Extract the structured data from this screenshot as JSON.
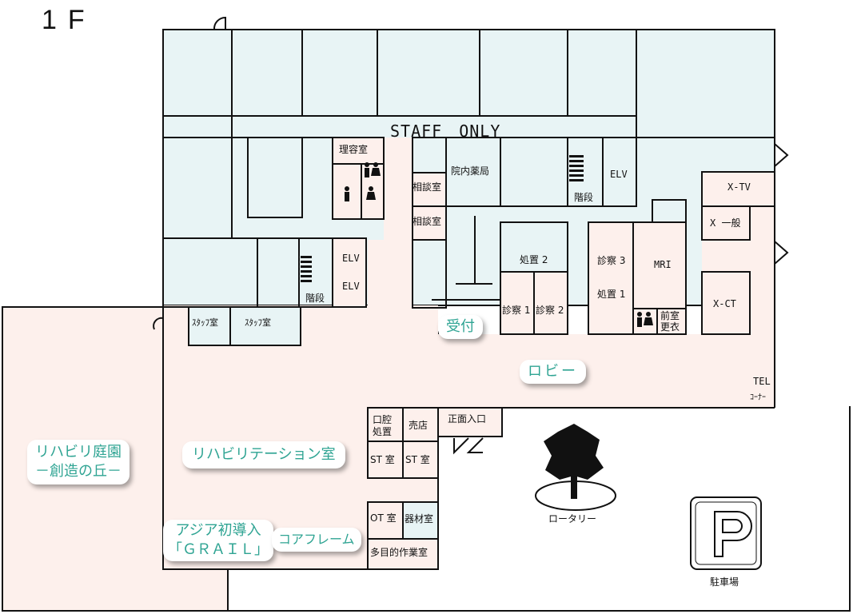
{
  "floor": {
    "label": "1F"
  },
  "banner": {
    "staff_only": "STAFF　ONLY"
  },
  "rooms": {
    "rihabiri_garden": "リハビリ庭園",
    "rihabiri_garden_sub": "－創造の丘－",
    "rehab_room": "リハビリテーション室",
    "grail_1": "アジア初導入",
    "grail_2": "「ＧＲＡＩＬ」",
    "core_frame": "コアフレーム",
    "uketsuke": "受付",
    "lobby": "ロビー",
    "riyoushitsu": "理容室",
    "soudan1": "相談室",
    "soudan2": "相談室",
    "yakkyoku": "院内薬局",
    "stairs1": "階段",
    "stairs2": "階段",
    "elv1": "ELV",
    "elv2": "ELV",
    "elv3": "ELV",
    "xtv": "X-TV",
    "xippan": "X 一般",
    "xct": "X-CT",
    "mri": "MRI",
    "shinsatsu3": "診察 3",
    "shochi1": "処置 1",
    "shochi2": "処置 2",
    "shinsatsu1": "診察 1",
    "shinsatsu2": "診察 2",
    "zenshitsu": "前室",
    "koui": "更衣",
    "staff_room1": "ｽﾀｯﾌ室",
    "staff_room2": "ｽﾀｯﾌ室",
    "tel": "TEL",
    "corner": "ｺｰﾅｰ",
    "koukuu_1": "口腔",
    "koukuu_2": "処置",
    "baiten": "売店",
    "st1": "ST 室",
    "st2": "ST 室",
    "ot": "OT 室",
    "kizai": "器材室",
    "tamokuteki": "多目的作業室",
    "shoumen": "正面入口",
    "rotary": "ロータリー",
    "parking": "駐車場"
  },
  "colors": {
    "wall": "#111111",
    "blue_area": "#e8f4f5",
    "pink_area": "#fdf0ec",
    "teal_text": "#2fa493"
  },
  "icons": {
    "toilet": "toilet-icon",
    "tree": "tree-icon",
    "parking_sign": "parking-sign-icon"
  }
}
